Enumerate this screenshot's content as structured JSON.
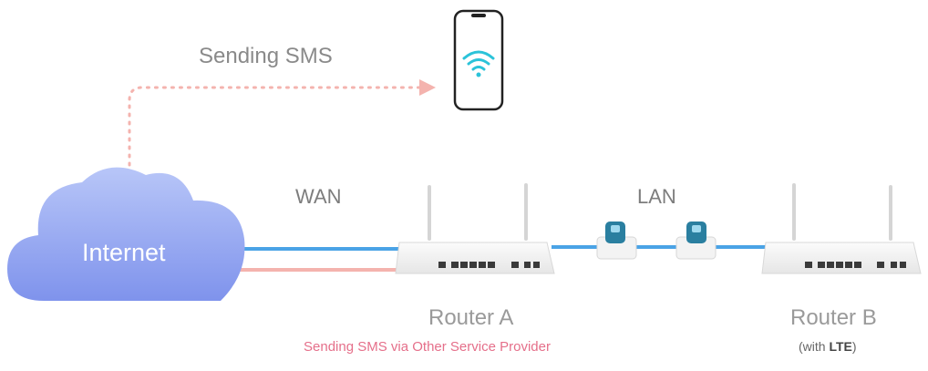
{
  "labels": {
    "sending_sms": "Sending SMS",
    "wan": "WAN",
    "lan": "LAN",
    "internet": "Internet",
    "router_a": "Router A",
    "router_a_note": "Sending SMS via Other Service Provider",
    "router_b": "Router B",
    "router_b_note_open": "(with ",
    "router_b_note_bold": "LTE",
    "router_b_note_close": ")"
  },
  "colors": {
    "cloud": "#8fa3f0",
    "wan_link": "#4aa3e6",
    "sms_link": "#f4b3ae",
    "phone_wifi": "#2bc3d9"
  },
  "icons": {
    "phone": "smartphone-icon",
    "wifi": "wifi-icon",
    "cloud": "cloud-icon",
    "router": "router-icon",
    "connector": "ethernet-connector-icon"
  }
}
